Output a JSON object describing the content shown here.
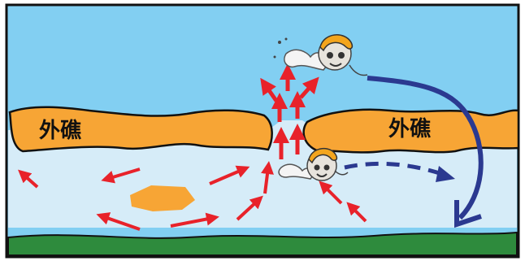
{
  "labels": {
    "reef_left": "外礁",
    "reef_right": "外礁"
  },
  "colors": {
    "sky": "#82CFF2",
    "lagoon": "#D6ECF8",
    "reef": "#F7A535",
    "reef_outline": "#111111",
    "seabed": "#2E8B3D",
    "current_arrow": "#E8222A",
    "path_arrow": "#2B3990",
    "sand_patch": "#F7A535",
    "frame": "#111111"
  },
  "figures": [
    {
      "name": "jumping-creature",
      "description_icon": "helmeted-creature-icon"
    },
    {
      "name": "swimming-creature",
      "description_icon": "helmeted-creature-icon"
    }
  ]
}
